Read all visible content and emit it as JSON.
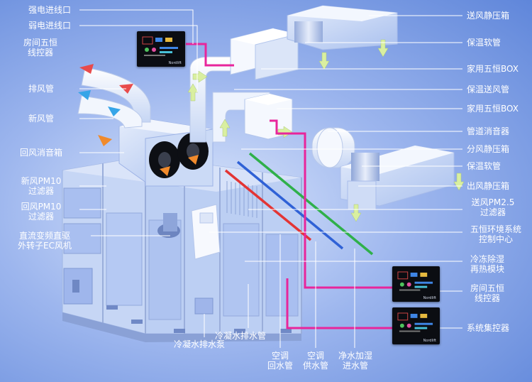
{
  "labels": {
    "left": [
      {
        "id": "strong-power",
        "text": "强电进线口"
      },
      {
        "id": "weak-power",
        "text": "弱电进线口"
      },
      {
        "id": "room-controller-top",
        "line1": "房间五恒",
        "line2": "线控器"
      },
      {
        "id": "exhaust-pipe",
        "text": "排风管"
      },
      {
        "id": "fresh-air-pipe",
        "text": "新风管"
      },
      {
        "id": "return-muffler",
        "text": "回风消音箱"
      },
      {
        "id": "fresh-pm10",
        "line1": "新风PM10",
        "line2": "过滤器"
      },
      {
        "id": "return-pm10",
        "line1": "回风PM10",
        "line2": "过滤器"
      },
      {
        "id": "ec-fan",
        "line1": "直流变频直驱",
        "line2": "外转子EC风机"
      }
    ],
    "right": [
      {
        "id": "supply-plenum",
        "text": "送风静压箱"
      },
      {
        "id": "insulated-hose-1",
        "text": "保温软管"
      },
      {
        "id": "home-box-1",
        "text": "家用五恒BOX"
      },
      {
        "id": "insulated-supply-duct",
        "text": "保温送风管"
      },
      {
        "id": "home-box-2",
        "text": "家用五恒BOX"
      },
      {
        "id": "duct-muffler",
        "text": "管道消音器"
      },
      {
        "id": "distribution-plenum",
        "text": "分风静压箱"
      },
      {
        "id": "insulated-hose-2",
        "text": "保温软管"
      },
      {
        "id": "outlet-plenum",
        "text": "出风静压箱"
      },
      {
        "id": "supply-pm25",
        "line1": "送风PM2.5",
        "line2": "过滤器"
      },
      {
        "id": "control-center",
        "line1": "五恒环境系统",
        "line2": "控制中心"
      },
      {
        "id": "dehumid-module",
        "line1": "冷冻除湿",
        "line2": "再热模块"
      },
      {
        "id": "room-controller-bottom",
        "line1": "房间五恒",
        "line2": "线控器"
      },
      {
        "id": "system-hub",
        "text": "系统集控器"
      }
    ],
    "bottom": [
      {
        "id": "condensate-pump",
        "text": "冷凝水排水泵"
      },
      {
        "id": "condensate-pipe",
        "text": "冷凝水排水管"
      },
      {
        "id": "ac-return",
        "line1": "空调",
        "line2": "回水管"
      },
      {
        "id": "ac-supply",
        "line1": "空调",
        "line2": "供水管"
      },
      {
        "id": "humidify-inlet",
        "line1": "净水加湿",
        "line2": "进水管"
      }
    ]
  },
  "panel_brand": "Nordlift",
  "colors": {
    "background_center": "#dbe6fb",
    "background_edge": "#5f86da",
    "leader_line": "#ffffff",
    "power_cable": "#e8259b",
    "return_water": "#e33434",
    "supply_water": "#2f61d6",
    "humidify_water": "#2fb04a",
    "airflow_in": "#f08a2c",
    "airflow_out": "#d9efa0",
    "exhaust_flow": "#e84b4b",
    "fresh_flow": "#36a5e8",
    "panel_body": "#0b0d12",
    "unit_body": "#b8cdf3"
  }
}
